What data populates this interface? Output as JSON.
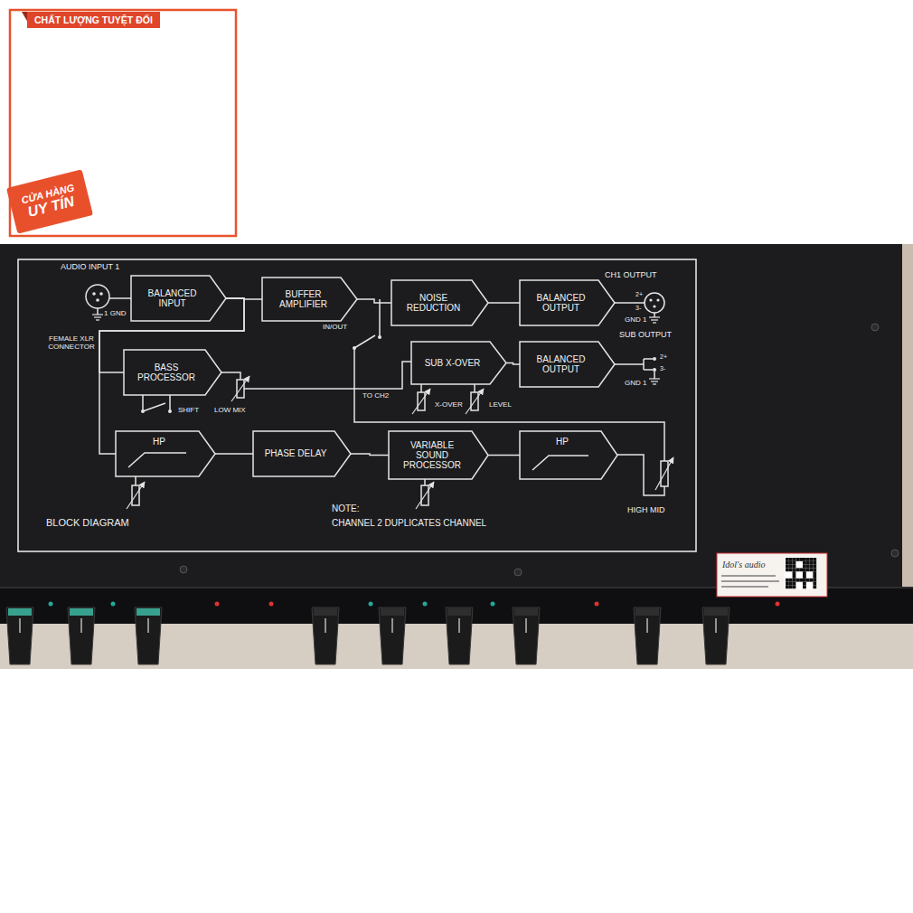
{
  "diagram": {
    "nodes": [
      {
        "text": [
          "CHẤT LƯỢNG TUYỆT ĐỐI"
        ]
      },
      {
        "text": [
          "CỬA HÀNG",
          "UY TÍN"
        ]
      },
      {
        "text": [
          "BALANCED INPUT"
        ]
      },
      {
        "text": [
          "BUFFER AMPLIFIER"
        ]
      },
      {
        "text": [
          "NOISE REDUCTION"
        ]
      },
      {
        "text": [
          "BALANCED OUTPUT"
        ]
      },
      {
        "text": [
          "SUB X-OVER"
        ]
      },
      {
        "text": [
          "BALANCED OUTPUT"
        ]
      },
      {
        "text": [
          "BASS PROCESSOR"
        ]
      },
      {
        "text": [
          "HP"
        ]
      },
      {
        "text": [
          "PHASE DELAY"
        ]
      },
      {
        "text": [
          "VARIABLE SOUND PROCESSOR"
        ]
      },
      {
        "text": [
          "HP"
        ]
      }
    ],
    "edges": [
      {
        "from": 2,
        "to": 3,
        "arrow": "none"
      },
      {
        "from": 3,
        "to": 4,
        "arrow": "none"
      },
      {
        "from": 4,
        "to": 5,
        "arrow": "none"
      },
      {
        "from": 6,
        "to": 7,
        "arrow": "none"
      },
      {
        "from": 2,
        "to": 8,
        "arrow": "none"
      },
      {
        "from": 2,
        "to": 9,
        "arrow": "none"
      },
      {
        "from": 9,
        "to": 10,
        "arrow": "none"
      },
      {
        "from": 10,
        "to": 11,
        "arrow": "none"
      },
      {
        "from": 11,
        "to": 12,
        "arrow": "none"
      }
    ],
    "labels": [
      "AUDIO INPUT 1",
      "1 GND",
      "FEMALE XLR CONNECTOR",
      "CH1 OUTPUT",
      "2+",
      "3-",
      "GND 1",
      "SUB OUTPUT",
      "2+",
      "3-",
      "GND 1",
      "IN/OUT",
      "SHIFT",
      "LOW MIX",
      "TO CH2",
      "X-OVER",
      "LEVEL",
      "HIGH MID",
      "BLOCK DIAGRAM",
      "NOTE:",
      "CHANNEL 2 DUPLICATES CHANNEL",
      "Idol's audio"
    ]
  }
}
